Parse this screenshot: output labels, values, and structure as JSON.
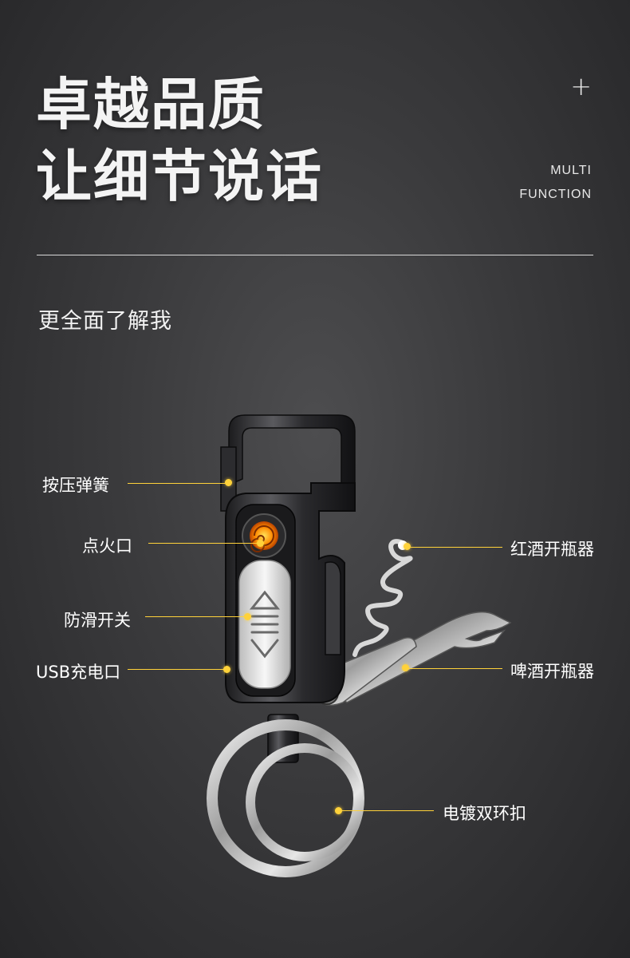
{
  "header": {
    "title_line1": "卓越品质",
    "title_line2": "让细节说话",
    "plus_symbol": "+",
    "english_line1": "MULTI",
    "english_line2": "FUNCTION"
  },
  "subtitle": "更全面了解我",
  "callouts": [
    {
      "id": "spring",
      "label": "按压弹簧"
    },
    {
      "id": "ignition",
      "label": "点火口"
    },
    {
      "id": "switch",
      "label": "防滑开关"
    },
    {
      "id": "usb",
      "label": "USB充电口"
    },
    {
      "id": "wine",
      "label": "红酒开瓶器"
    },
    {
      "id": "beer",
      "label": "啤酒开瓶器"
    },
    {
      "id": "rings",
      "label": "电镀双环扣"
    }
  ],
  "colors": {
    "accent": "#ffd23a",
    "background": "#3a3a3c",
    "text": "#ffffff"
  }
}
